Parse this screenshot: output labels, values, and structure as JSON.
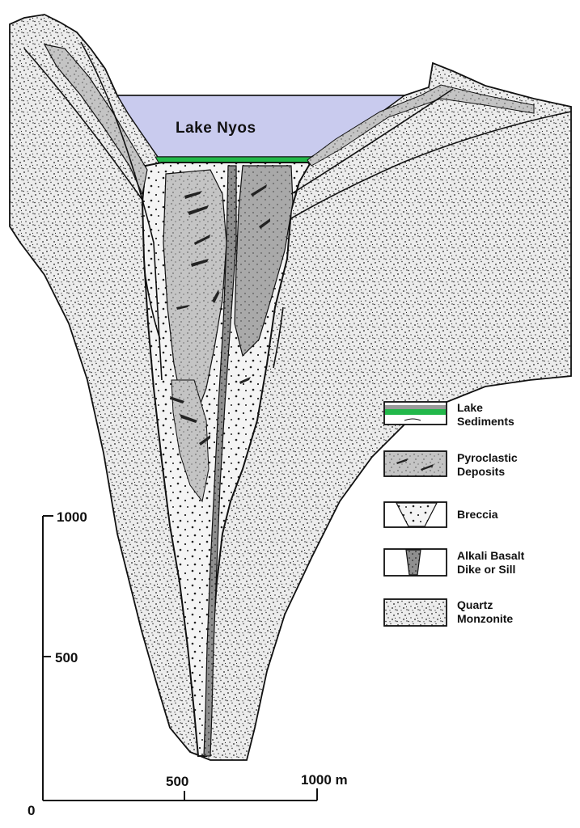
{
  "diagram": {
    "lake_label": "Lake Nyos",
    "colors": {
      "lake_water": "#c9cbee",
      "lake_sediment": "#22b84a",
      "rock_fill": "#ebebeb",
      "pyroclastic_fill": "#c4c4c4",
      "dike_fill": "#8f8f8f",
      "ink": "#111111"
    }
  },
  "legend": {
    "items": [
      {
        "key": "lake-sediments",
        "lines": [
          "Lake",
          "Sediments"
        ]
      },
      {
        "key": "pyroclastic-deposits",
        "lines": [
          "Pyroclastic",
          "Deposits"
        ]
      },
      {
        "key": "breccia",
        "lines": [
          "Breccia"
        ]
      },
      {
        "key": "alkali-basalt",
        "lines": [
          "Alkali Basalt",
          "Dike or Sill"
        ]
      },
      {
        "key": "quartz-monzonite",
        "lines": [
          "Quartz",
          "Monzonite"
        ]
      }
    ]
  },
  "scale": {
    "vertical_ticks": [
      "1000",
      "500"
    ],
    "origin": "0",
    "horizontal_ticks": [
      "500",
      "1000 m"
    ]
  }
}
